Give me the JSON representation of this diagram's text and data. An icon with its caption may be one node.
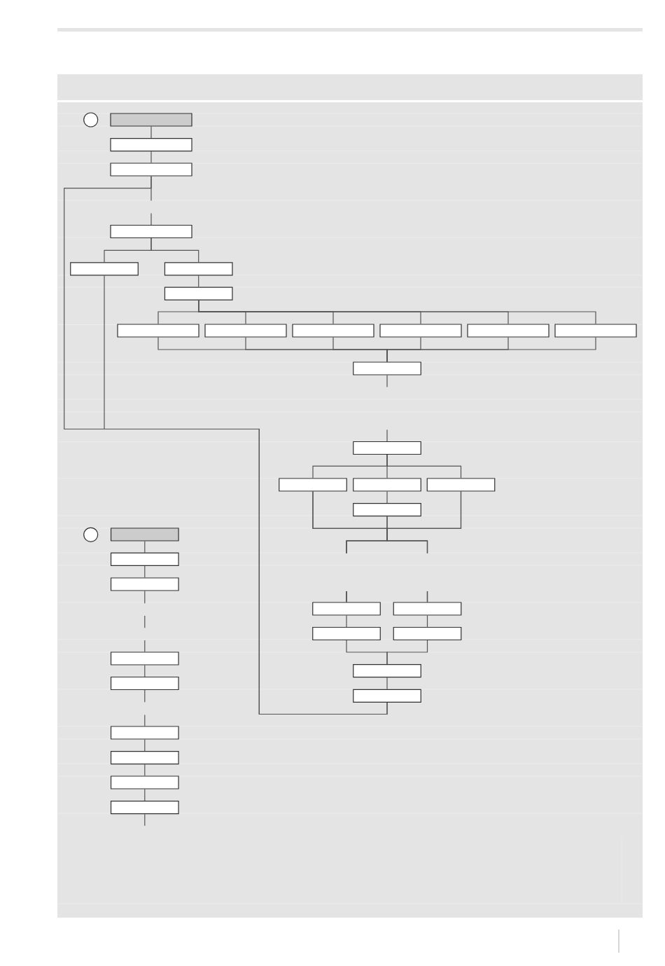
{
  "diagram": {
    "nodes": [
      {
        "text": [],
        "shape": "circle"
      },
      {
        "text": [],
        "shape": "box"
      },
      {
        "text": [],
        "shape": "box"
      },
      {
        "text": [],
        "shape": "box"
      },
      {
        "text": [],
        "shape": "box"
      },
      {
        "text": [],
        "shape": "box"
      },
      {
        "text": [],
        "shape": "box"
      },
      {
        "text": [],
        "shape": "box"
      },
      {
        "text": [],
        "shape": "box"
      },
      {
        "text": [],
        "shape": "box"
      },
      {
        "text": [],
        "shape": "box"
      },
      {
        "text": [],
        "shape": "box"
      },
      {
        "text": [],
        "shape": "box"
      },
      {
        "text": [],
        "shape": "box"
      },
      {
        "text": [],
        "shape": "box"
      },
      {
        "text": [],
        "shape": "box"
      },
      {
        "text": [],
        "shape": "box"
      },
      {
        "text": [],
        "shape": "box"
      },
      {
        "text": [],
        "shape": "box"
      },
      {
        "text": [],
        "shape": "box"
      },
      {
        "text": [],
        "shape": "box"
      },
      {
        "text": [],
        "shape": "box"
      },
      {
        "text": [],
        "shape": "box"
      },
      {
        "text": [],
        "shape": "box"
      },
      {
        "text": [],
        "shape": "box"
      },
      {
        "text": [],
        "shape": "box"
      },
      {
        "text": [],
        "shape": "circle"
      },
      {
        "text": [],
        "shape": "box"
      },
      {
        "text": [],
        "shape": "box"
      },
      {
        "text": [],
        "shape": "box"
      },
      {
        "text": [],
        "shape": "box"
      },
      {
        "text": [],
        "shape": "box"
      },
      {
        "text": [],
        "shape": "box"
      },
      {
        "text": [],
        "shape": "box"
      },
      {
        "text": [],
        "shape": "box"
      },
      {
        "text": [],
        "shape": "box"
      }
    ],
    "edges": [
      {
        "from": 1,
        "to": 2,
        "arrow": "none"
      },
      {
        "from": 2,
        "to": 3,
        "arrow": "none"
      },
      {
        "from": 3,
        "to": 4,
        "arrow": "none",
        "style": "dashed"
      },
      {
        "from": 4,
        "to": 5,
        "arrow": "none"
      },
      {
        "from": 4,
        "to": 6,
        "arrow": "none"
      },
      {
        "from": 6,
        "to": 7,
        "arrow": "none"
      },
      {
        "from": 7,
        "to": 8,
        "arrow": "none"
      },
      {
        "from": 7,
        "to": 9,
        "arrow": "none"
      },
      {
        "from": 7,
        "to": 10,
        "arrow": "none"
      },
      {
        "from": 7,
        "to": 11,
        "arrow": "none"
      },
      {
        "from": 7,
        "to": 12,
        "arrow": "none"
      },
      {
        "from": 7,
        "to": 13,
        "arrow": "none"
      },
      {
        "from": 8,
        "to": 14,
        "arrow": "none"
      },
      {
        "from": 9,
        "to": 14,
        "arrow": "none"
      },
      {
        "from": 10,
        "to": 14,
        "arrow": "none"
      },
      {
        "from": 11,
        "to": 14,
        "arrow": "none"
      },
      {
        "from": 12,
        "to": 14,
        "arrow": "none"
      },
      {
        "from": 13,
        "to": 14,
        "arrow": "none"
      },
      {
        "from": 14,
        "to": 15,
        "arrow": "none",
        "style": "dashed"
      },
      {
        "from": 15,
        "to": 16,
        "arrow": "none"
      },
      {
        "from": 15,
        "to": 17,
        "arrow": "none"
      },
      {
        "from": 15,
        "to": 18,
        "arrow": "none"
      },
      {
        "from": 17,
        "to": 19,
        "arrow": "none"
      },
      {
        "from": 16,
        "to": 20,
        "arrow": "none",
        "style": "dashed"
      },
      {
        "from": 16,
        "to": 21,
        "arrow": "none",
        "style": "dashed"
      },
      {
        "from": 19,
        "to": 20,
        "arrow": "none",
        "style": "dashed"
      },
      {
        "from": 19,
        "to": 21,
        "arrow": "none",
        "style": "dashed"
      },
      {
        "from": 18,
        "to": 20,
        "arrow": "none",
        "style": "dashed"
      },
      {
        "from": 18,
        "to": 21,
        "arrow": "none",
        "style": "dashed"
      },
      {
        "from": 20,
        "to": 22,
        "arrow": "none"
      },
      {
        "from": 21,
        "to": 23,
        "arrow": "none"
      },
      {
        "from": 22,
        "to": 24,
        "arrow": "none"
      },
      {
        "from": 23,
        "to": 24,
        "arrow": "none"
      },
      {
        "from": 24,
        "to": 25,
        "arrow": "none"
      },
      {
        "from": 3,
        "to": 25,
        "arrow": "none"
      },
      {
        "from": 5,
        "to": 25,
        "arrow": "none"
      },
      {
        "from": 27,
        "to": 28,
        "arrow": "none"
      },
      {
        "from": 28,
        "to": 29,
        "arrow": "none"
      },
      {
        "from": 29,
        "to": 30,
        "arrow": "none",
        "style": "dashed"
      },
      {
        "from": 30,
        "to": 31,
        "arrow": "none"
      },
      {
        "from": 31,
        "to": 32,
        "arrow": "none",
        "style": "dashed"
      },
      {
        "from": 32,
        "to": 33,
        "arrow": "none"
      },
      {
        "from": 33,
        "to": 34,
        "arrow": "none"
      },
      {
        "from": 34,
        "to": 35,
        "arrow": "none"
      },
      {
        "from": 35,
        "to": null,
        "arrow": "none"
      }
    ]
  }
}
